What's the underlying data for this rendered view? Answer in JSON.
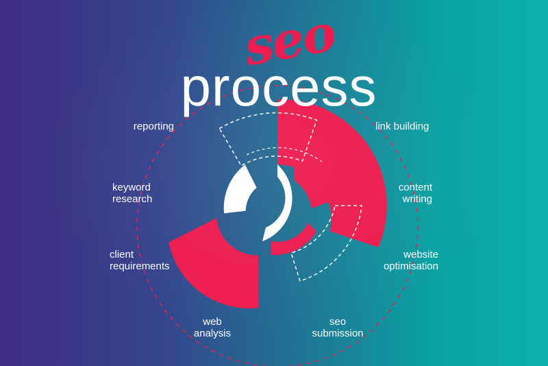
{
  "title": {
    "script": "seo",
    "main": "process"
  },
  "steps": {
    "reporting": [
      "reporting"
    ],
    "keyword_research": [
      "keyword",
      "research"
    ],
    "client_requirements": [
      "client",
      "requirements"
    ],
    "web_analysis": [
      "web",
      "analysis"
    ],
    "seo_submission": [
      "seo",
      "submission"
    ],
    "website_optimisation": [
      "website",
      "optimisation"
    ],
    "content_writing": [
      "content",
      "writing"
    ],
    "link_building": [
      "link building"
    ]
  },
  "colors": {
    "accent": "#ee1c4f",
    "text": "#ffffff",
    "bg_left": "#3f2c83",
    "bg_right": "#0cb0aa"
  }
}
